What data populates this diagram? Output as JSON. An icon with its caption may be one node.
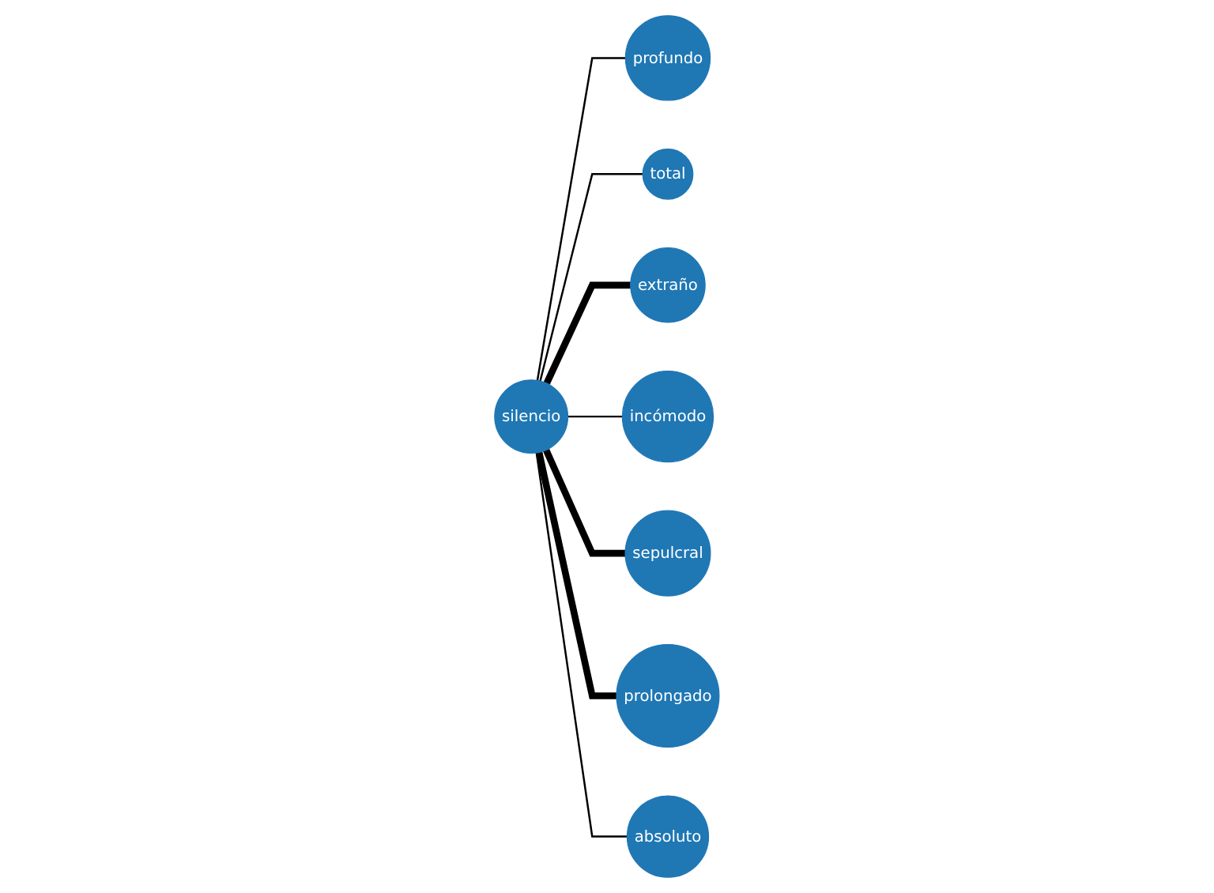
{
  "diagram": {
    "nodes": [
      {
        "text": [
          "profundo"
        ]
      },
      {
        "text": [
          "total"
        ]
      },
      {
        "text": [
          "extraño"
        ]
      },
      {
        "text": [
          "incómodo"
        ]
      },
      {
        "text": [
          "sepulcral"
        ]
      },
      {
        "text": [
          "silencio"
        ]
      },
      {
        "text": [
          "prolongado"
        ]
      },
      {
        "text": [
          "absoluto"
        ]
      }
    ],
    "edges": [
      {
        "from": 5,
        "to": 0,
        "arrow": "none"
      },
      {
        "from": 5,
        "to": 1,
        "arrow": "none"
      },
      {
        "from": 5,
        "to": 2,
        "arrow": "none",
        "style": "thick"
      },
      {
        "from": 5,
        "to": 3,
        "arrow": "none"
      },
      {
        "from": 5,
        "to": 4,
        "arrow": "none",
        "style": "thick"
      },
      {
        "from": 5,
        "to": 6,
        "arrow": "none",
        "style": "thick"
      },
      {
        "from": 5,
        "to": 7,
        "arrow": "none"
      }
    ]
  }
}
